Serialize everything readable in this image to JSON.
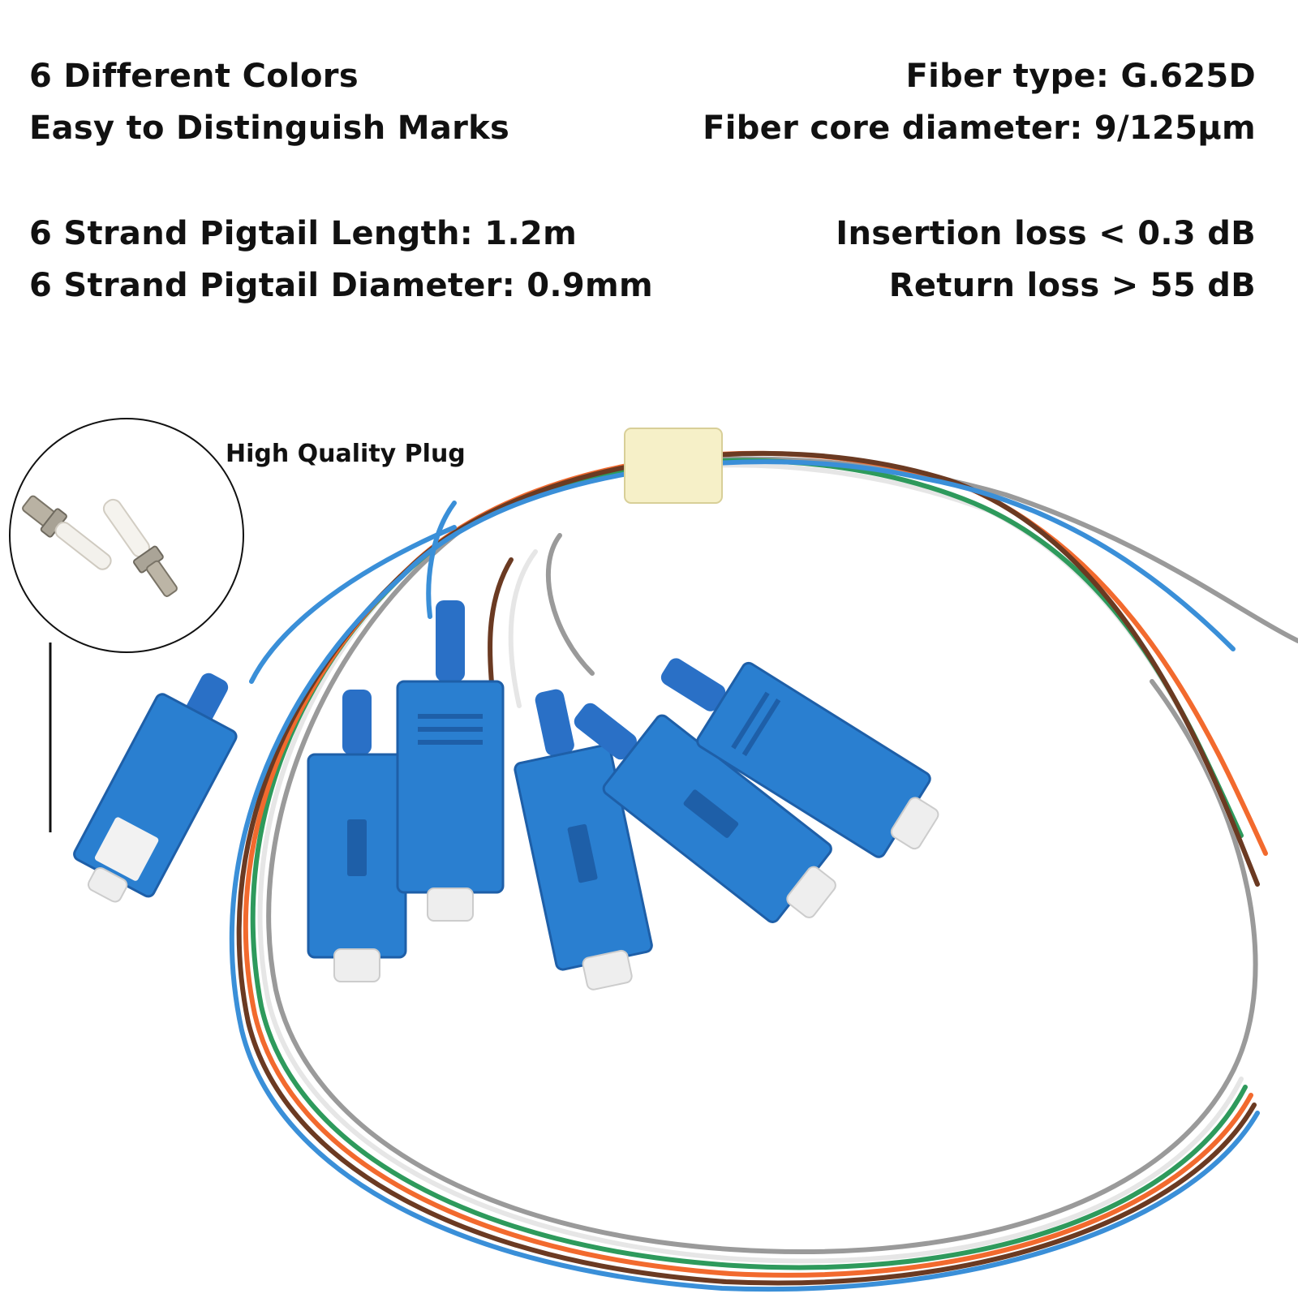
{
  "specs_left": {
    "colors": "6 Different Colors",
    "marks": "Easy to Distinguish Marks",
    "length": "6 Strand Pigtail Length: 1.2m",
    "diameter": "6 Strand Pigtail Diameter: 0.9mm"
  },
  "specs_right": {
    "fiber_type": "Fiber type: G.625D",
    "core_diameter": "Fiber core diameter: 9/125µm",
    "insertion_loss": "Insertion loss < 0.3 dB",
    "return_loss": "Return loss > 55 dB"
  },
  "callout": {
    "label": "High Quality Plug"
  },
  "colors": {
    "connector_blue": "#2a7fd0",
    "fiber_blue": "#3a8fd8",
    "fiber_orange": "#f26a2e",
    "fiber_green": "#2e9a5c",
    "fiber_brown": "#6b3a22",
    "fiber_gray": "#9a9a9a",
    "fiber_white": "#f2f2f2",
    "label_tag": "#f6f0c8"
  }
}
